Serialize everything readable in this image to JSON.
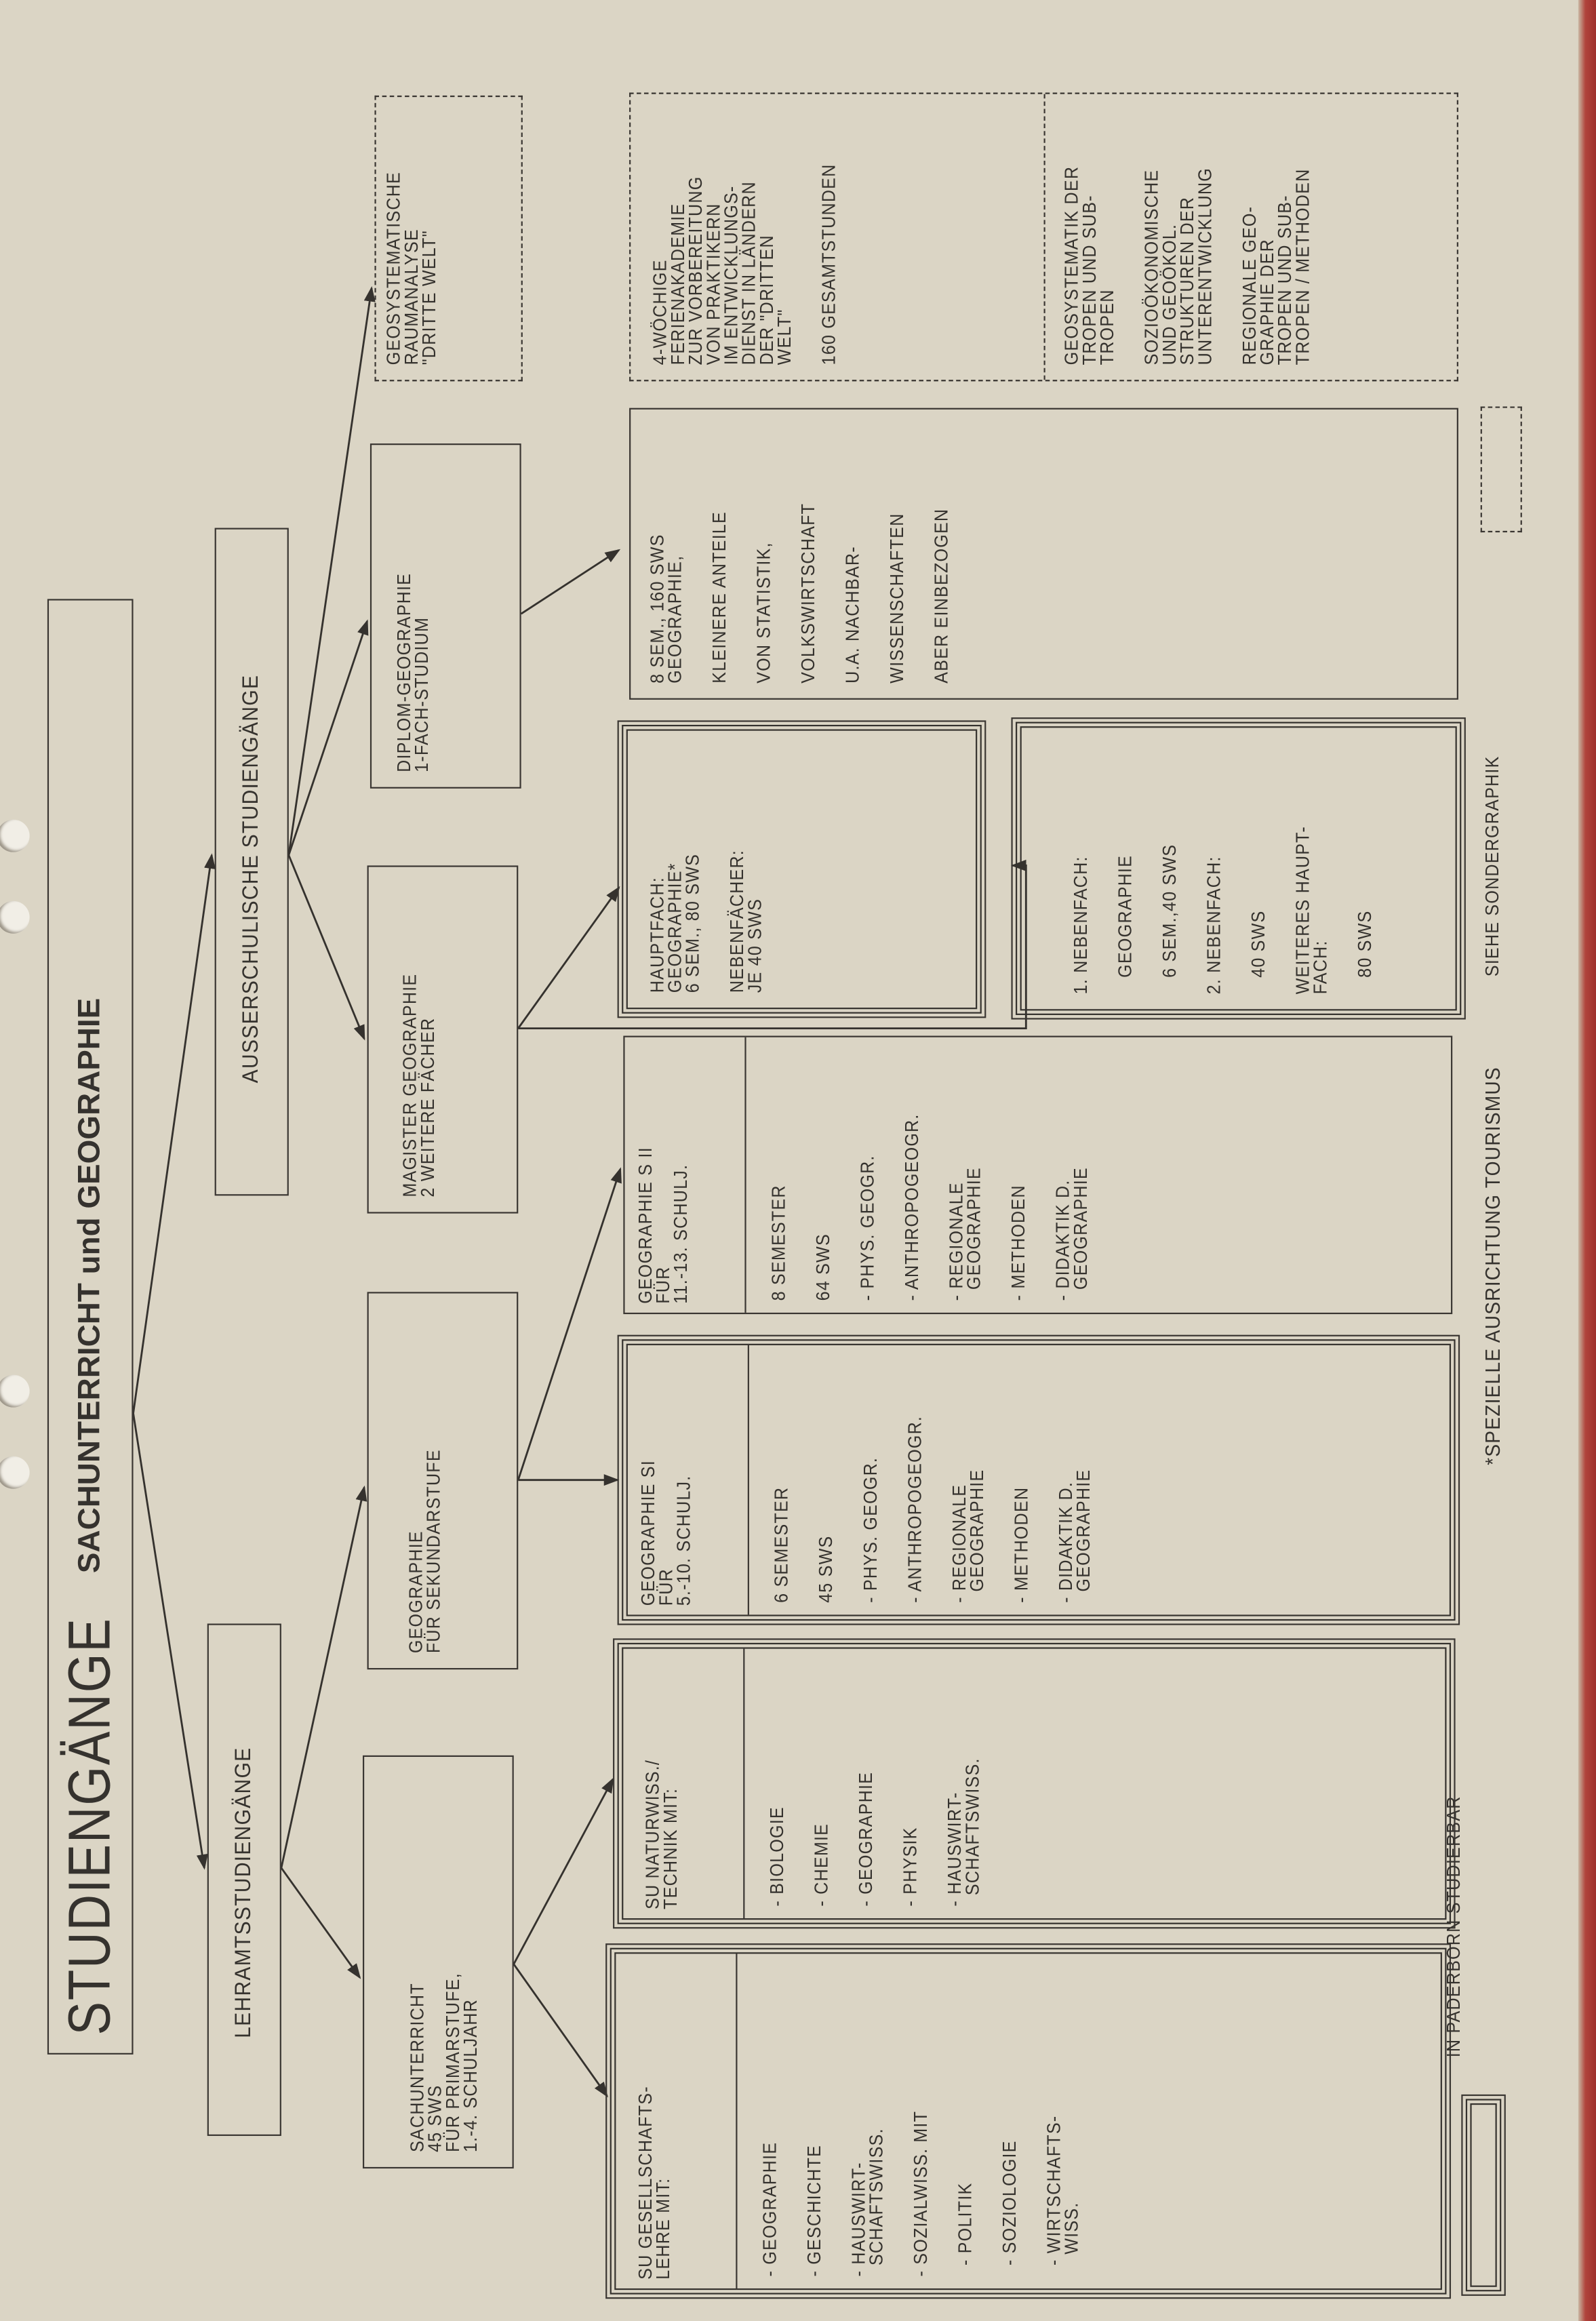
{
  "title": {
    "main": "STUDIENGÄNGE",
    "sub": "SACHUNTERRICHT und GEOGRAPHIE"
  },
  "categories": {
    "lehramt": "LEHRAMTSSTUDIENGÄNGE",
    "ausserschulisch": "AUSSERSCHULISCHE STUDIENGÄNGE"
  },
  "programs": {
    "sachunterricht": [
      "SACHUNTERRICHT",
      "45 SWS",
      "FÜR PRIMARSTUFE,",
      "1.-4. SCHULJAHR"
    ],
    "sekundarstufe": [
      "GEOGRAPHIE",
      "FÜR SEKUNDARSTUFE"
    ],
    "magister": [
      "MAGISTER GEOGRAPHIE",
      "2 WEITERE FÄCHER"
    ],
    "diplom": [
      "DIPLOM-GEOGRAPHIE",
      "1-FACH-STUDIUM"
    ],
    "dritte_welt": [
      "GEOSYSTEMATISCHE",
      "RAUMANALYSE",
      "\"DRITTE WELT\""
    ]
  },
  "details": {
    "su_gesellschaft": {
      "head": [
        "SU GESELLSCHAFTS-",
        "LEHRE MIT:"
      ],
      "items": [
        [
          "- GEOGRAPHIE"
        ],
        [
          "- GESCHICHTE"
        ],
        [
          "- HAUSWIRT-",
          "  SCHAFTSWISS."
        ],
        [
          "- SOZIALWISS. MIT"
        ],
        [
          "  - POLITIK"
        ],
        [
          "  - SOZIOLOGIE"
        ],
        [
          "  - WIRTSCHAFTS-",
          "    WISS."
        ]
      ]
    },
    "su_natur": {
      "head": [
        "SU NATURWISS./",
        "TECHNIK MIT:"
      ],
      "items": [
        [
          "- BIOLOGIE"
        ],
        [
          "- CHEMIE"
        ],
        [
          "- GEOGRAPHIE"
        ],
        [
          "- PHYSIK"
        ],
        [
          "- HAUSWIRT-",
          "  SCHAFTSWISS."
        ]
      ]
    },
    "geo_s1": {
      "head": [
        "GEOGRAPHIE SI",
        "FÜR",
        "5.-10. SCHULJ."
      ],
      "items": [
        [
          "6 SEMESTER"
        ],
        [
          "45 SWS"
        ],
        [
          "- PHYS. GEOGR."
        ],
        [
          "- ANTHROPOGEOGR."
        ],
        [
          "- REGIONALE",
          "  GEOGRAPHIE"
        ],
        [
          "- METHODEN"
        ],
        [
          "- DIDAKTIK D.",
          "  GEOGRAPHIE"
        ]
      ]
    },
    "geo_s2": {
      "head": [
        "GEOGRAPHIE S II",
        "FÜR",
        "11.-13. SCHULJ."
      ],
      "items": [
        [
          "8 SEMESTER"
        ],
        [
          "64 SWS"
        ],
        [
          "- PHYS. GEOGR."
        ],
        [
          "- ANTHROPOGEOGR."
        ],
        [
          "- REGIONALE",
          "  GEOGRAPHIE"
        ],
        [
          "- METHODEN"
        ],
        [
          "- DIDAKTIK D.",
          "  GEOGRAPHIE"
        ]
      ]
    },
    "hauptfach": {
      "items": [
        [
          "HAUPTFACH:",
          "GEOGRAPHIE*",
          "6 SEM., 80 SWS"
        ],
        [
          "NEBENFÄCHER:",
          "JE 40 SWS"
        ]
      ]
    },
    "nebenfach": {
      "items": [
        [
          "1. NEBENFACH:"
        ],
        [
          "   GEOGRAPHIE"
        ],
        [
          "   6 SEM.,40 SWS"
        ],
        [
          "2. NEBENFACH:"
        ],
        [
          "   40 SWS"
        ],
        [
          "WEITERES HAUPT-",
          "FACH:"
        ],
        [
          "   80 SWS"
        ]
      ]
    },
    "diplom_detail": {
      "items": [
        [
          "8 SEM., 160 SWS",
          "GEOGRAPHIE,"
        ],
        [
          "KLEINERE ANTEILE"
        ],
        [
          "VON STATISTIK,"
        ],
        [
          "VOLKSWIRTSCHAFT"
        ],
        [
          "U.A. NACHBAR-"
        ],
        [
          "WISSENSCHAFTEN"
        ],
        [
          "ABER EINBEZOGEN"
        ]
      ]
    },
    "ferienakademie": {
      "items": [
        [
          "4-WÖCHIGE",
          "FERIENAKADEMIE",
          "ZUR VORBEREITUNG",
          "VON PRAKTIKERN",
          "IM ENTWICKLUNGS-",
          "DIENST IN LÄNDERN",
          "DER \"DRITTEN",
          "WELT\""
        ],
        [
          "160 GESAMTSTUNDEN"
        ]
      ]
    },
    "tropen": {
      "items": [
        [
          "GEOSYSTEMATIK DER",
          "TROPEN UND SUB-",
          "TROPEN"
        ],
        [
          "SOZIOÖKONOMISCHE",
          "UND GEOÖKOL.",
          "STRUKTUREN DER",
          "UNTERENTWICKLUNG"
        ],
        [
          "REGIONALE GEO-",
          "GRAPHIE DER",
          "TROPEN UND SUB-",
          "TROPEN / METHODEN"
        ]
      ]
    }
  },
  "footnotes": {
    "paderborn": "IN PADERBORN STUDIERBAR",
    "tourismus": "*SPEZIELLE AUSRICHTUNG TOURISMUS",
    "sondergraphik": "SIEHE SONDERGRAPHIK"
  }
}
